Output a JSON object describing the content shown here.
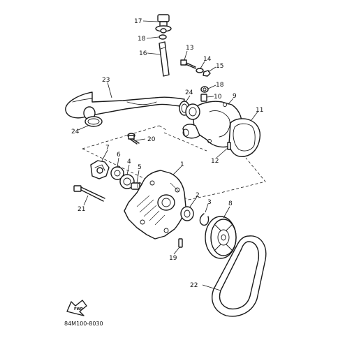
{
  "diagram": {
    "callouts": [
      "17",
      "18",
      "16",
      "13",
      "14",
      "15",
      "18",
      "10",
      "9",
      "11",
      "23",
      "24",
      "24",
      "20",
      "12",
      "7",
      "6",
      "4",
      "5",
      "1",
      "21",
      "2",
      "3",
      "8",
      "19",
      "22"
    ],
    "forward_label": "FWD",
    "part_code": "84M100-8030"
  }
}
